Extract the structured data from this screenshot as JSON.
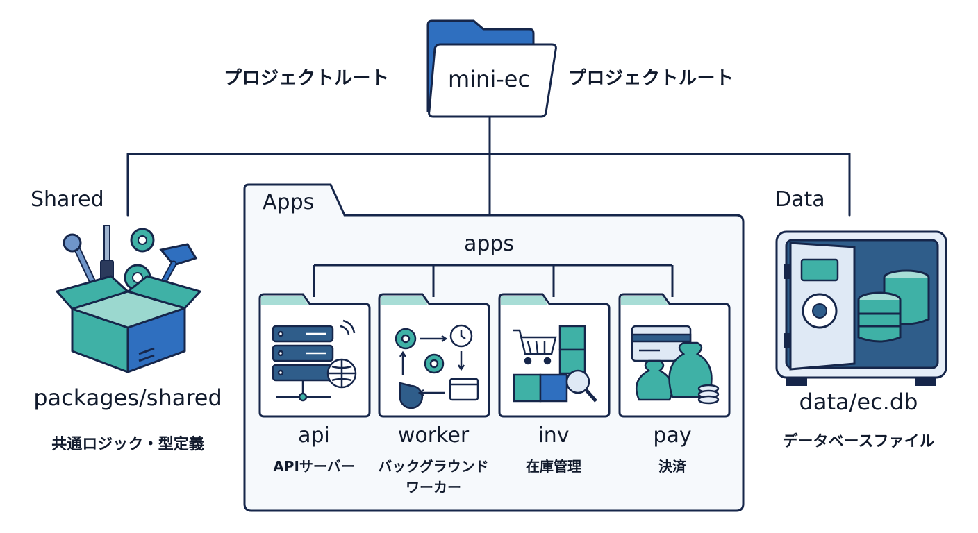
{
  "root": {
    "folder_name": "mini-ec",
    "left_caption": "プロジェクトルート",
    "right_caption": "プロジェクトルート"
  },
  "shared": {
    "heading": "Shared",
    "path": "packages/shared",
    "description": "共通ロジック・型定義",
    "icon": "toolbox-icon"
  },
  "apps": {
    "tab_label": "Apps",
    "title": "apps",
    "items": [
      {
        "name": "api",
        "description": "APIサーバー",
        "icon": "server-icon"
      },
      {
        "name": "worker",
        "description": [
          "バックグラウンド",
          "ワーカー"
        ],
        "icon": "workflow-gears-icon"
      },
      {
        "name": "inv",
        "description": "在庫管理",
        "icon": "cart-boxes-icon"
      },
      {
        "name": "pay",
        "description": "決済",
        "icon": "payment-icon"
      }
    ]
  },
  "data": {
    "heading": "Data",
    "path": "data/ec.db",
    "description": "データベースファイル",
    "icon": "database-safe-icon"
  },
  "colors": {
    "navy": "#16264a",
    "blue": "#2f6fbf",
    "teal": "#3fb1a6",
    "light_teal": "#a8ddd6",
    "panel_bg": "#f6f9fc"
  }
}
